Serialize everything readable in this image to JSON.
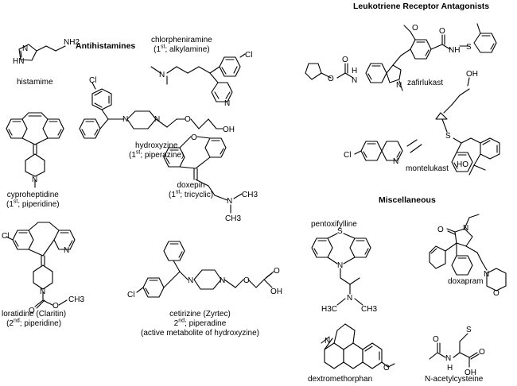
{
  "headers": {
    "antihistamines": "Antihistamines",
    "leukotriene": "Leukotriene Receptor Antagonists",
    "misc": "Miscellaneous"
  },
  "compounds": {
    "histamine": {
      "name": "histamime"
    },
    "chlorpheniramine": {
      "name": "chlorpheniramine",
      "gen": "1",
      "sup": "st",
      "class": "; alkylamine)"
    },
    "hydroxyzine": {
      "name": "hydroxyzine",
      "gen": "1",
      "sup": "st",
      "class": "; piperazine)"
    },
    "cyproheptidine": {
      "name": "cyproheptidine",
      "gen": "1",
      "sup": "st",
      "class": "; piperidine)"
    },
    "doxepin": {
      "name": "doxepin",
      "gen": "1",
      "sup": "st",
      "class": "; tricyclic)"
    },
    "loratidine": {
      "name": "loratidine (Claritin)",
      "gen": "2",
      "sup": "nd",
      "class": "; piperidine)"
    },
    "cetirizine": {
      "name": "cetirizine (Zyrtec)",
      "gen": "2",
      "sup": "nd",
      "class": "; piperadine",
      "note": "(active metabolite of hydroxyzine)"
    },
    "zafirlukast": {
      "name": "zafirlukast"
    },
    "montelukast": {
      "name": "montelukast"
    },
    "pentoxifylline": {
      "name": "pentoxifylline"
    },
    "doxapram": {
      "name": "doxapram"
    },
    "dextromethorphan": {
      "name": "dextromethorphan"
    },
    "nacetylcysteine": {
      "name": "N-acetylcysteine"
    }
  },
  "atoms": {
    "cl": "Cl",
    "n": "N",
    "o": "O",
    "s": "S",
    "hn": "HN",
    "nh": "NH",
    "nh2": "NH2",
    "h": "H",
    "ch3": "CH3",
    "ch3_loratidine": "CH3",
    "h3c": "H3C",
    "oh": "OH",
    "ho": "HO"
  }
}
